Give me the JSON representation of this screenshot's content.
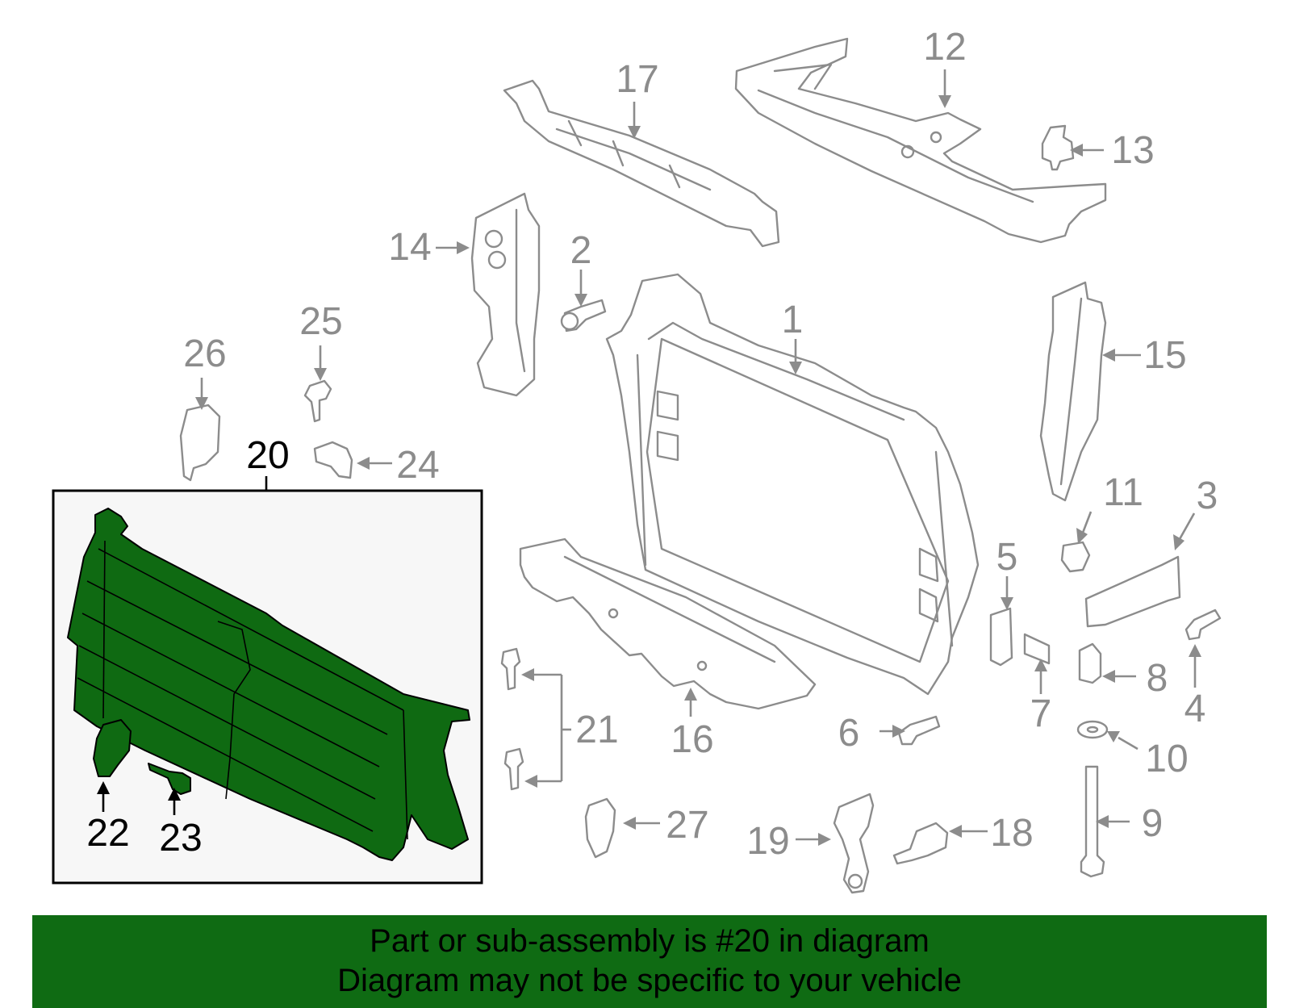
{
  "diagram": {
    "callouts": {
      "c1": "1",
      "c2": "2",
      "c3": "3",
      "c4": "4",
      "c5": "5",
      "c6": "6",
      "c7": "7",
      "c8": "8",
      "c9": "9",
      "c10": "10",
      "c11": "11",
      "c12": "12",
      "c13": "13",
      "c14": "14",
      "c15": "15",
      "c16": "16",
      "c17": "17",
      "c18": "18",
      "c19": "19",
      "c20": "20",
      "c21": "21",
      "c22": "22",
      "c23": "23",
      "c24": "24",
      "c25": "25",
      "c26": "26",
      "c27": "27"
    },
    "highlight_color": "#0f6a12",
    "part_color": "#8c8c8c"
  },
  "banner": {
    "line1": "Part or sub-assembly is #20 in diagram",
    "line2": "Diagram may not be specific to your vehicle",
    "background": "#0f6b13"
  }
}
